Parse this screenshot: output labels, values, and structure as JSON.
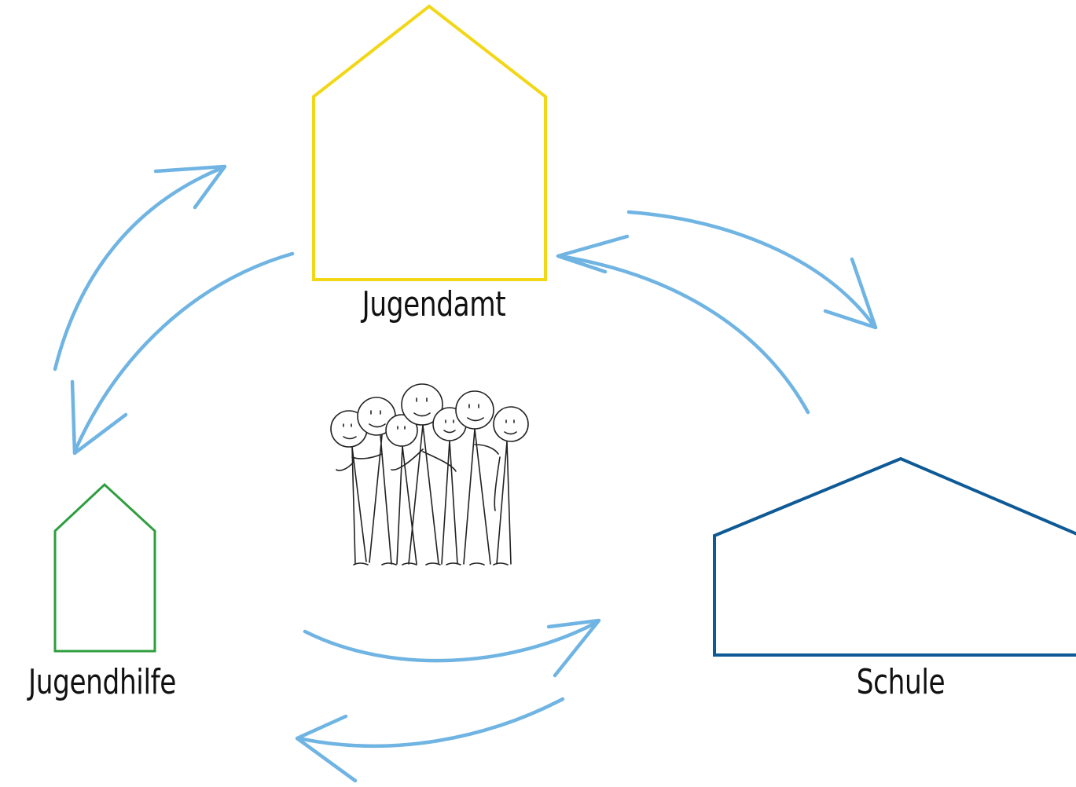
{
  "houses": {
    "jugendamt": {
      "label": "Jugendamt",
      "color": "#f2d716"
    },
    "jugendhilfe": {
      "label": "Jugendhilfe",
      "color": "#2e9e3e"
    },
    "schule": {
      "label": "Schule",
      "color": "#0d5a96"
    }
  },
  "arrows": {
    "color": "#6fb4e2"
  },
  "group": {
    "icon": "group-of-people-icon",
    "stroke": "#222222"
  }
}
